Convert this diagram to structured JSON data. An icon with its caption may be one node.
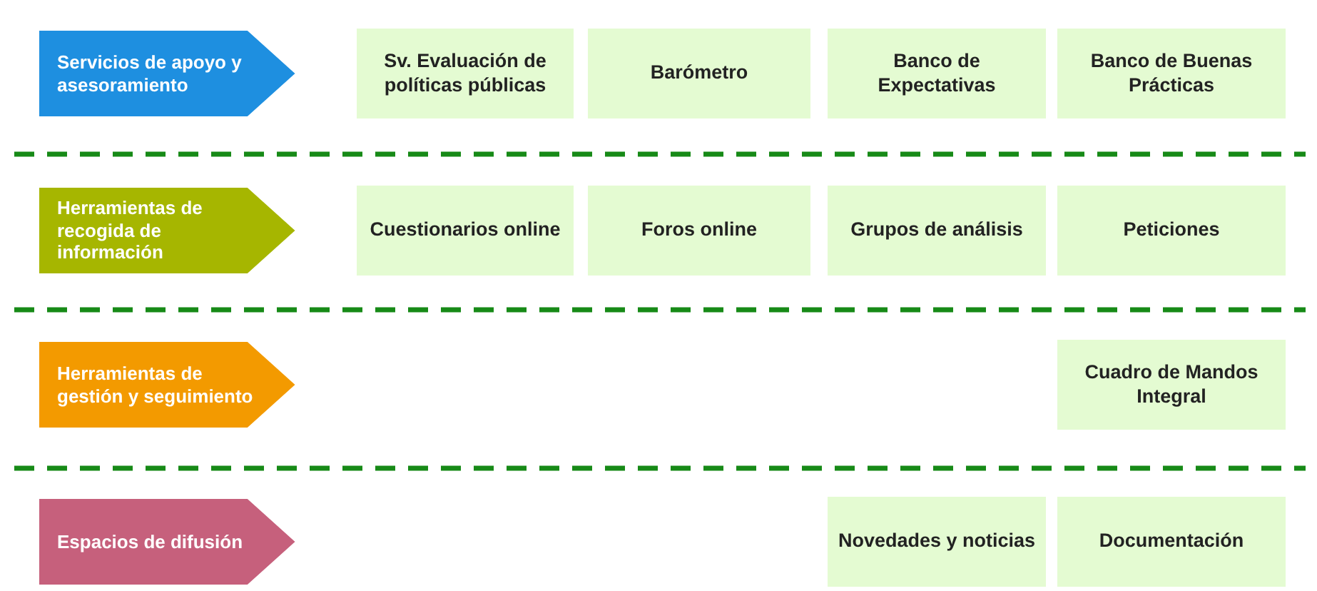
{
  "diagram": {
    "nodes": [
      {
        "text": [
          "Servicios de apoyo y asesoramiento"
        ]
      },
      {
        "text": [
          "Sv. Evaluación de políticas públicas"
        ]
      },
      {
        "text": [
          "Barómetro"
        ]
      },
      {
        "text": [
          "Banco de Expectativas"
        ]
      },
      {
        "text": [
          "Banco de Buenas Prácticas"
        ]
      },
      {
        "text": [
          "Herramientas de recogida de información"
        ]
      },
      {
        "text": [
          "Cuestionarios online"
        ]
      },
      {
        "text": [
          "Foros online"
        ]
      },
      {
        "text": [
          "Grupos de análisis"
        ]
      },
      {
        "text": [
          "Peticiones"
        ]
      },
      {
        "text": [
          "Herramientas de gestión y seguimiento"
        ]
      },
      {
        "text": [
          "Cuadro de Mandos Integral"
        ]
      },
      {
        "text": [
          "Espacios de difusión"
        ]
      },
      {
        "text": [
          "Novedades y noticias"
        ]
      },
      {
        "text": [
          "Documentación"
        ]
      }
    ],
    "edges": []
  }
}
